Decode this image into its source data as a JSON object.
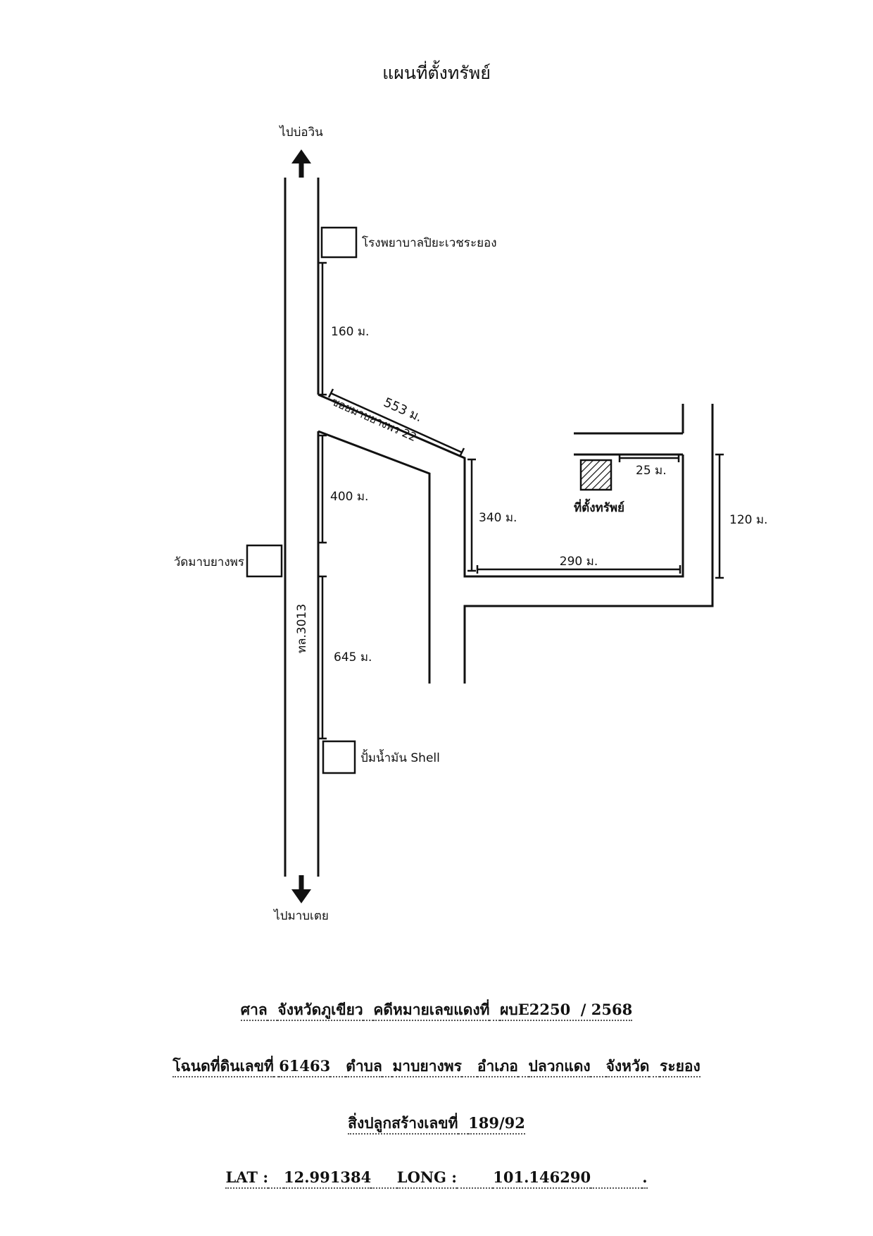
{
  "title": "แผนที่ตั้งทรัพย์",
  "map": {
    "labels": {
      "north_dest": "ไปบ่อวิน",
      "south_dest": "ไปมาบเตย",
      "hospital": "โรงพยาบาลปิยะเวชระยอง",
      "temple": "วัดมาบยางพร",
      "gas_station": "ปั้มน้ำมัน Shell",
      "highway": "ทล.3013",
      "soi": "ซอยมาบยางพร 22",
      "property": "ที่ตั้งทรัพย์"
    },
    "distances": {
      "d160": "160 ม.",
      "d553": "553 ม.",
      "d400": "400 ม.",
      "d645": "645 ม.",
      "d340": "340 ม.",
      "d290": "290 ม.",
      "d25": "25 ม.",
      "d120": "120 ม."
    }
  },
  "info": {
    "line1": {
      "court_label": "ศาล",
      "court": "จังหวัดภูเขียว",
      "case_label": "คดีหมายเลขแดงที่",
      "case_no": "ผบE2250  / 2568"
    },
    "line2": {
      "deed_label": "โฉนดที่ดินเลขที่",
      "deed_no": "61463",
      "tambon_label": "ตำบล",
      "tambon": "มาบยางพร",
      "amphoe_label": "อำเภอ",
      "amphoe": "ปลวกแดง",
      "province_label": "จังหวัด",
      "province": "ระยอง"
    },
    "line3": {
      "building_label": "สิ่งปลูกสร้างเลขที่",
      "building_no": "189/92"
    },
    "line4": {
      "lat_label": "LAT :",
      "lat": "12.991384",
      "long_label": "LONG :",
      "long": "101.146290",
      "end": "."
    }
  }
}
